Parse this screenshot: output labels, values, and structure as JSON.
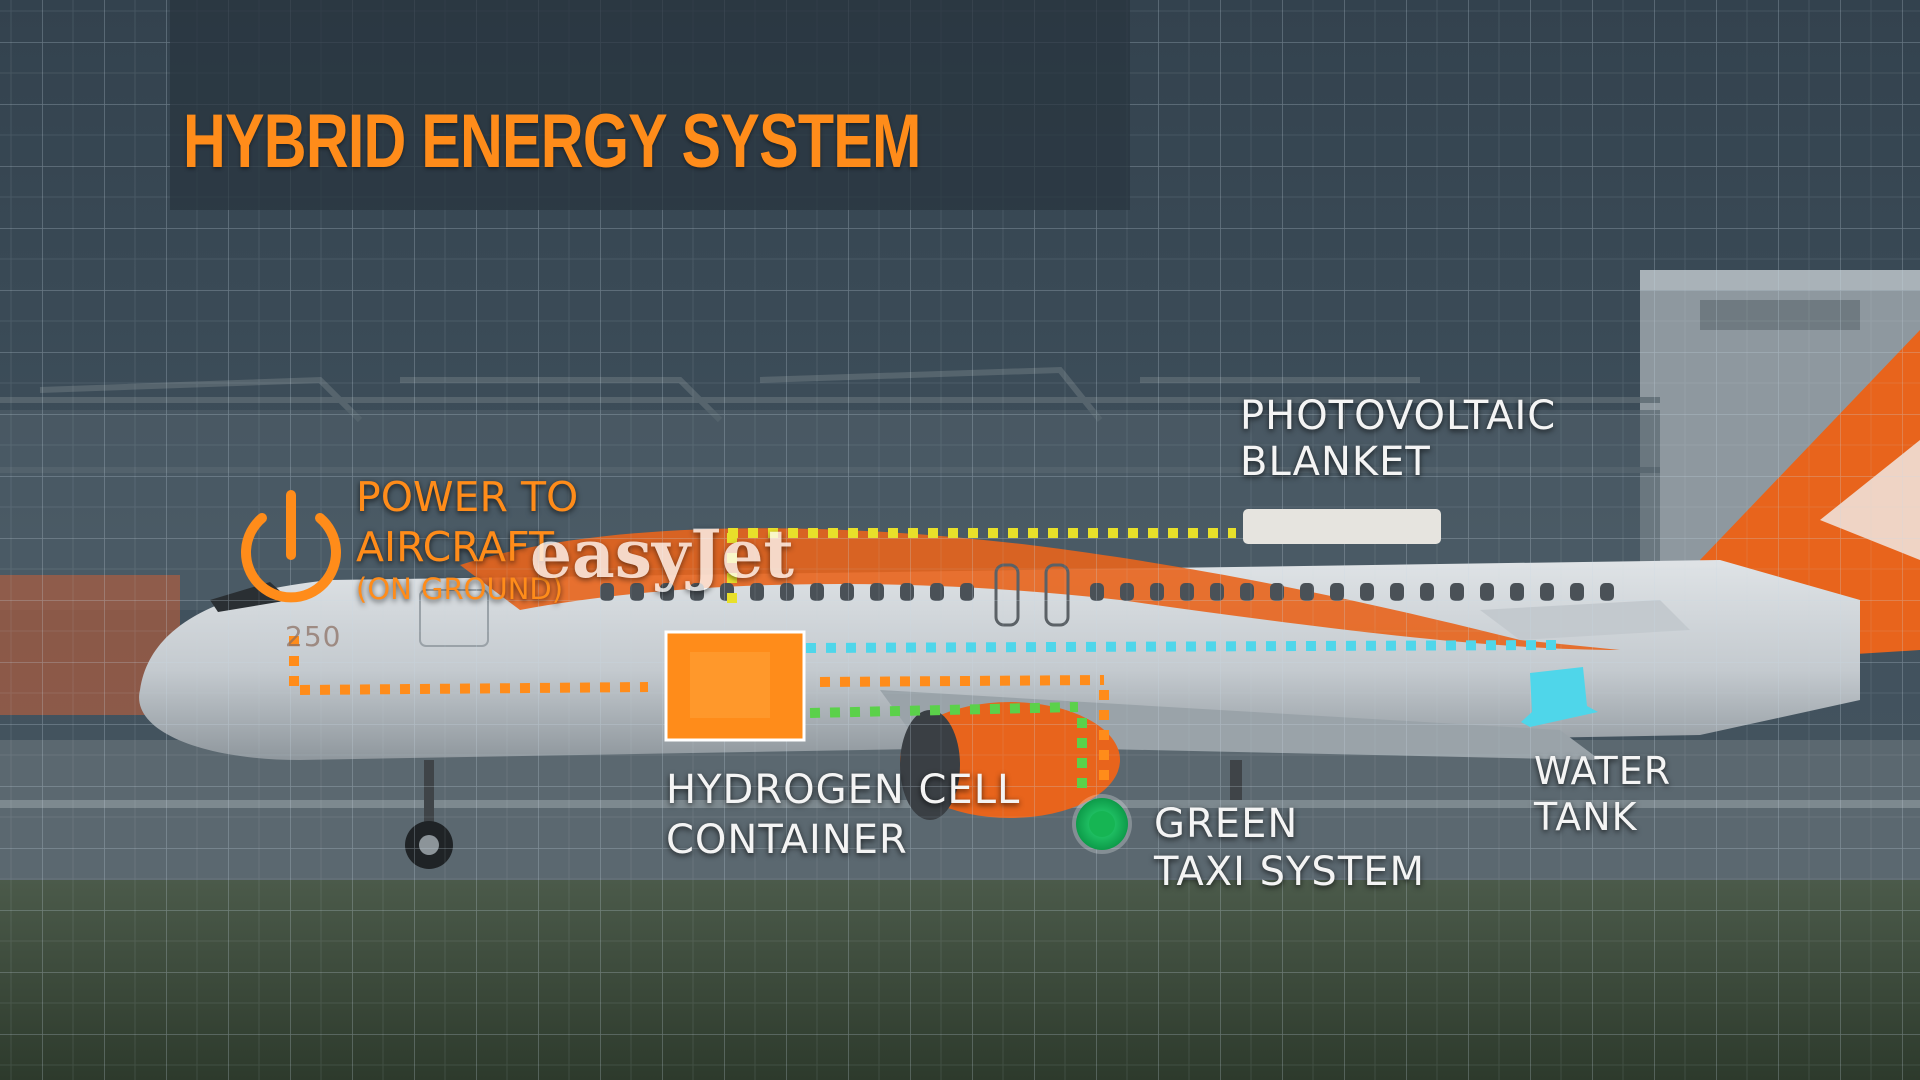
{
  "title": "HYBRID ENERGY SYSTEM",
  "livery": {
    "airline": "easyJet",
    "registration_fragment": "250"
  },
  "colors": {
    "accent_orange": "#ff8c1a",
    "photovoltaic_line": "#e8e02a",
    "water_line": "#4fd6ea",
    "taxi_line": "#5bd14a",
    "label_white": "#f4f4f4"
  },
  "labels": {
    "power": {
      "line1": "POWER TO",
      "line2": "AIRCRAFT",
      "line3": "(ON GROUND)",
      "icon": "power-icon"
    },
    "photovoltaic": {
      "line1": "PHOTOVOLTAIC",
      "line2": "BLANKET"
    },
    "hydrogen": {
      "line1": "HYDROGEN CELL",
      "line2": "CONTAINER"
    },
    "green_taxi": {
      "line1": "GREEN",
      "line2": "TAXI SYSTEM"
    },
    "water": {
      "line1": "WATER",
      "line2": "TANK",
      "icon": "water-tank-icon"
    }
  }
}
